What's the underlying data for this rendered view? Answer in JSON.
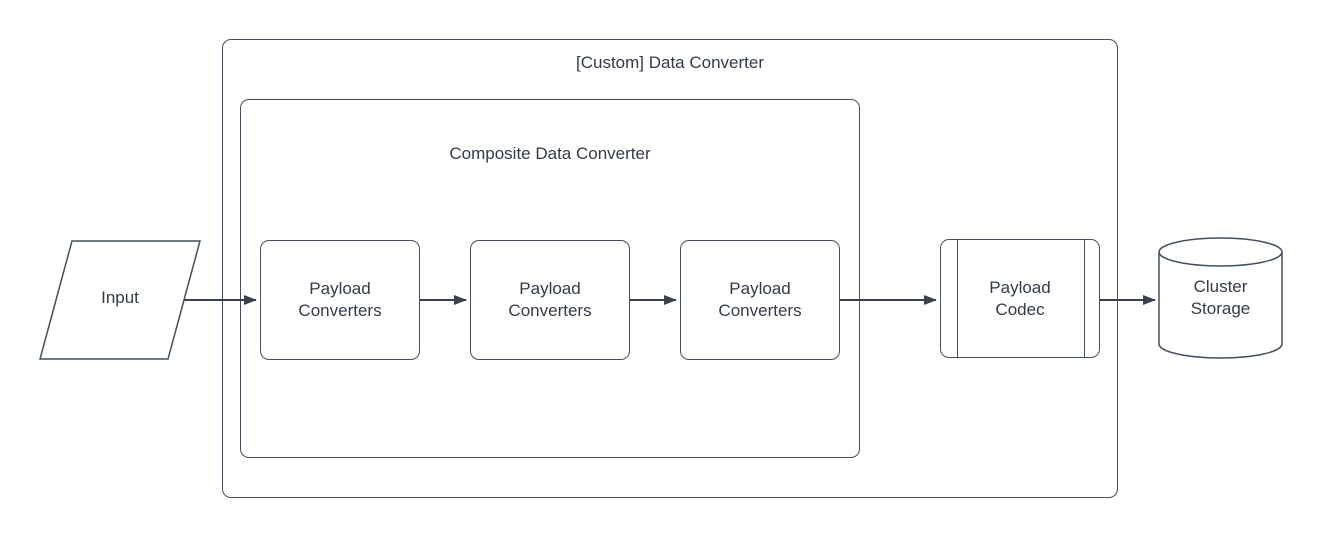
{
  "diagram": {
    "outer_container": {
      "label": "[Custom] Data Converter"
    },
    "inner_container": {
      "label": "Composite Data Converter"
    },
    "input": {
      "label": "Input"
    },
    "converters": [
      {
        "label": "Payload Converters"
      },
      {
        "label": "Payload Converters"
      },
      {
        "label": "Payload Converters"
      }
    ],
    "codec": {
      "label": "Payload Codec"
    },
    "storage": {
      "label": "Cluster Storage"
    },
    "colors": {
      "canvas_bg": "#ffffff",
      "shape_fill": "#ffffff",
      "shape_stroke": "#43505e",
      "arrow_color": "#39414d",
      "text_color": "#333b49"
    }
  }
}
